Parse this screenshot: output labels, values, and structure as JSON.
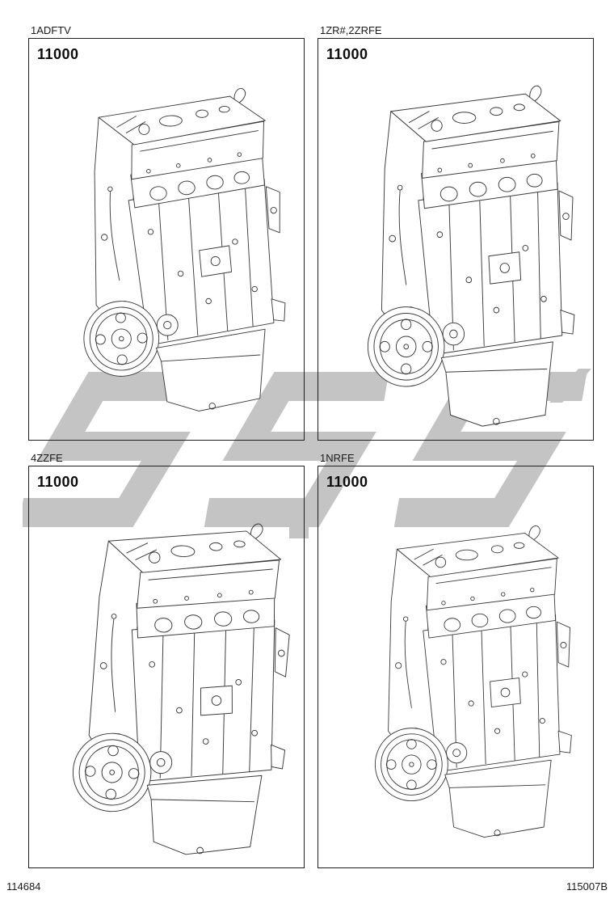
{
  "page": {
    "footer": {
      "left_code": "114684",
      "right_code": "115007B"
    }
  },
  "panels": [
    {
      "engine_code": "1ADFTV",
      "part_number": "11000",
      "illustration": "partial-engine-assembly"
    },
    {
      "engine_code": "1ZR#,2ZRFE",
      "part_number": "11000",
      "illustration": "partial-engine-assembly"
    },
    {
      "engine_code": "4ZZFE",
      "part_number": "11000",
      "illustration": "partial-engine-assembly"
    },
    {
      "engine_code": "1NRFE",
      "part_number": "11000",
      "illustration": "partial-engine-assembly"
    }
  ],
  "watermark": {
    "description": "large gray angular logo watermark across page center",
    "color": "#c4c4c4"
  },
  "colors": {
    "line_art": "#3a3a3a",
    "border": "#1f1f1f",
    "background": "#ffffff"
  }
}
